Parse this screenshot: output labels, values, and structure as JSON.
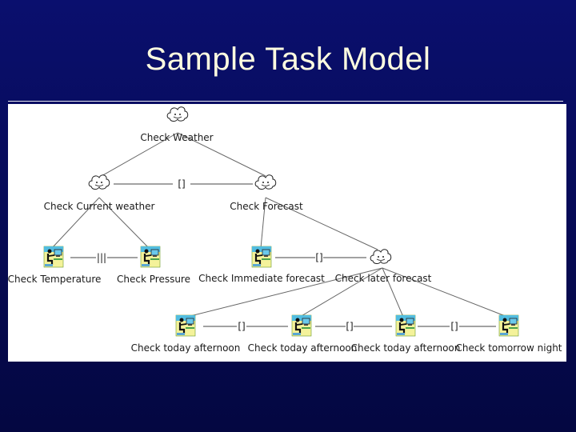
{
  "slide": {
    "title": "Sample Task Model"
  },
  "tree": {
    "root": {
      "label": "Check Weather",
      "icon": "abstract-cloud-icon"
    },
    "level1": [
      {
        "label": "Check Current weather",
        "icon": "abstract-cloud-icon"
      },
      {
        "label": "Check Forecast",
        "icon": "abstract-cloud-icon"
      }
    ],
    "level2": [
      {
        "label": "Check Temperature",
        "icon": "user-computer-icon"
      },
      {
        "label": "Check Pressure",
        "icon": "user-computer-icon"
      },
      {
        "label": "Check Immediate forecast",
        "icon": "user-computer-icon"
      },
      {
        "label": "Check later forecast",
        "icon": "abstract-cloud-icon"
      }
    ],
    "level3": [
      {
        "label": "Check today afternoon",
        "icon": "user-computer-icon"
      },
      {
        "label": "Check today afternoon",
        "icon": "user-computer-icon"
      },
      {
        "label": "Check today afternoon",
        "icon": "user-computer-icon"
      },
      {
        "label": "Check tomorrow night",
        "icon": "user-computer-icon"
      }
    ],
    "operators": {
      "root_choice": "[]",
      "current_parallel": "|||",
      "forecast_choice": "[]",
      "later_choice_1": "[]",
      "later_choice_2": "[]",
      "later_choice_3": "[]"
    }
  }
}
